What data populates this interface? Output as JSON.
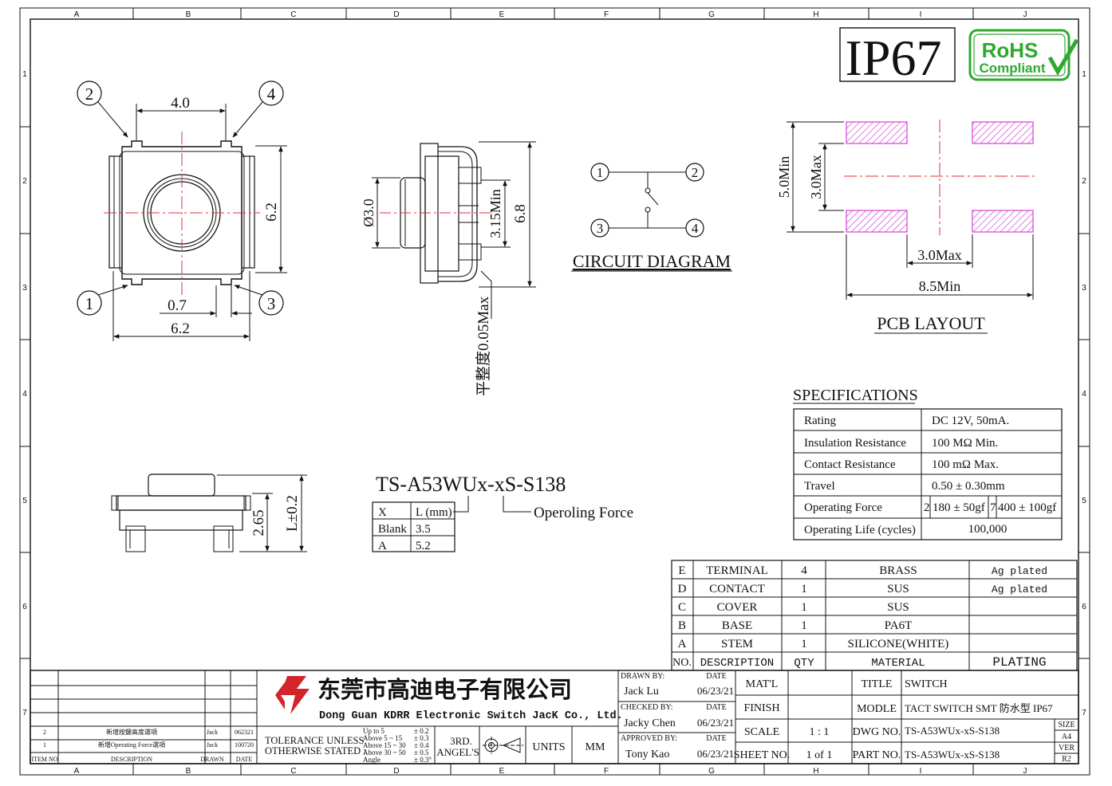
{
  "border": {
    "columns": [
      "A",
      "B",
      "C",
      "D",
      "E",
      "F",
      "G",
      "H",
      "I",
      "J"
    ],
    "rows": [
      "1",
      "2",
      "3",
      "4",
      "5",
      "6",
      "7"
    ]
  },
  "badges": {
    "ip": "IP67",
    "rohs_line1": "RoHS",
    "rohs_line2": "Compliant"
  },
  "top_view": {
    "dim_top": "4.0",
    "dim_right": "6.2",
    "dim_pad": "0.7",
    "dim_bottom": "6.2",
    "pins": [
      "1",
      "2",
      "3",
      "4"
    ]
  },
  "side_view": {
    "dim_dia": "Ø3.0",
    "dim_inner": "3.15Min",
    "dim_height": "6.8",
    "flatness": "平整度0.05Max"
  },
  "circuit": {
    "title": "CIRCUIT DIAGRAM",
    "pins": [
      "1",
      "2",
      "3",
      "4"
    ]
  },
  "pcb": {
    "title": "PCB LAYOUT",
    "dim_v_outer": "5.0Min",
    "dim_v_inner": "3.0Max",
    "dim_h_inner": "3.0Max",
    "dim_h_outer": "8.5Min"
  },
  "front_view": {
    "dim_h": "2.65",
    "dim_l": "L±0.2"
  },
  "part_code": {
    "code": "TS-A53WUx-xS-S138",
    "force_label": "Operoling Force",
    "table_head": [
      "X",
      "L (mm)"
    ],
    "rows": [
      [
        "Blank",
        "3.5"
      ],
      [
        "A",
        "5.2"
      ]
    ]
  },
  "specs": {
    "title": "SPECIFICATIONS",
    "rows": [
      {
        "label": "Rating",
        "value": "DC 12V, 50mA."
      },
      {
        "label": "Insulation Resistance",
        "value": "100 MΩ  Min."
      },
      {
        "label": "Contact Resistance",
        "value": "100 mΩ  Max."
      },
      {
        "label": "Travel",
        "value": "0.50 ± 0.30mm"
      },
      {
        "label": "Operating Force",
        "opt1_code": "2",
        "opt1": "180 ± 50gf",
        "opt2_code": "7",
        "opt2": "400 ± 100gf"
      },
      {
        "label": "Operating Life (cycles)",
        "value": "100,000"
      }
    ]
  },
  "bom": {
    "header": [
      "NO.",
      "DESCRIPTION",
      "QTY",
      "MATERIAL",
      "PLATING"
    ],
    "rows": [
      [
        "E",
        "TERMINAL",
        "4",
        "BRASS",
        "Ag plated"
      ],
      [
        "D",
        "CONTACT",
        "1",
        "SUS",
        "Ag plated"
      ],
      [
        "C",
        "COVER",
        "1",
        "SUS",
        ""
      ],
      [
        "B",
        "BASE",
        "1",
        "PA6T",
        ""
      ],
      [
        "A",
        "STEM",
        "1",
        "SILICONE(WHITE)",
        ""
      ]
    ]
  },
  "revisions": {
    "header": [
      "ITEM NO",
      "DESCRIPTION",
      "DRAWN",
      "DATE"
    ],
    "rows": [
      [
        "2",
        "新增按鍵高度選項",
        "Jack",
        "062321"
      ],
      [
        "1",
        "新增Operating Force選項",
        "Jack",
        "100720"
      ]
    ]
  },
  "company": {
    "name_cn": "东莞市高迪电子有限公司",
    "name_en": "Dong Guan KDRR  Electronic Switch JacK Co., Ltd."
  },
  "tolerance": {
    "label1": "TOLERANCE UNLESS",
    "label2": "OTHERWISE STATED :",
    "ranges": [
      "Up to 5",
      "Above 5  ~ 15",
      "Above 15 ~ 30",
      "Above 30 ~ 50",
      "Angle"
    ],
    "values": [
      "± 0.2",
      "± 0.3",
      "± 0.4",
      "± 0.5",
      "± 0.3°"
    ],
    "angle1": "3RD.",
    "angle2": "ANGEL'S",
    "units_label": "UNITS",
    "units": "MM"
  },
  "signoff": {
    "drawn_label": "DRAWN BY:",
    "checked_label": "CHECKED BY:",
    "approved_label": "APPROVED BY:",
    "date_label": "DATE",
    "drawn": "Jack  Lu",
    "drawn_date": "06/23/21",
    "checked": "Jacky Chen",
    "checked_date": "06/23/21",
    "approved": "Tony Kao",
    "approved_date": "06/23/21"
  },
  "title_block": {
    "matl_label": "MAT'L",
    "finish_label": "FINISH",
    "scale_label": "SCALE",
    "scale": "1 : 1",
    "sheet_label": "SHEET NO.",
    "sheet": "1 of 1",
    "title_label": "TITLE",
    "title": "SWITCH",
    "model_label": "MODLE",
    "model": "TACT SWITCH SMT 防水型  IP67",
    "dwg_label": "DWG NO.",
    "dwg": "TS-A53WUx-xS-S138",
    "part_label": "PART NO.",
    "part": "TS-A53WUx-xS-S138",
    "size_label": "SIZE",
    "size": "A4",
    "ver_label": "VER",
    "ver": "R2"
  },
  "colors": {
    "centerline": "#e0303a",
    "pad": "#d43fd4",
    "rohs": "#2fa82f"
  }
}
